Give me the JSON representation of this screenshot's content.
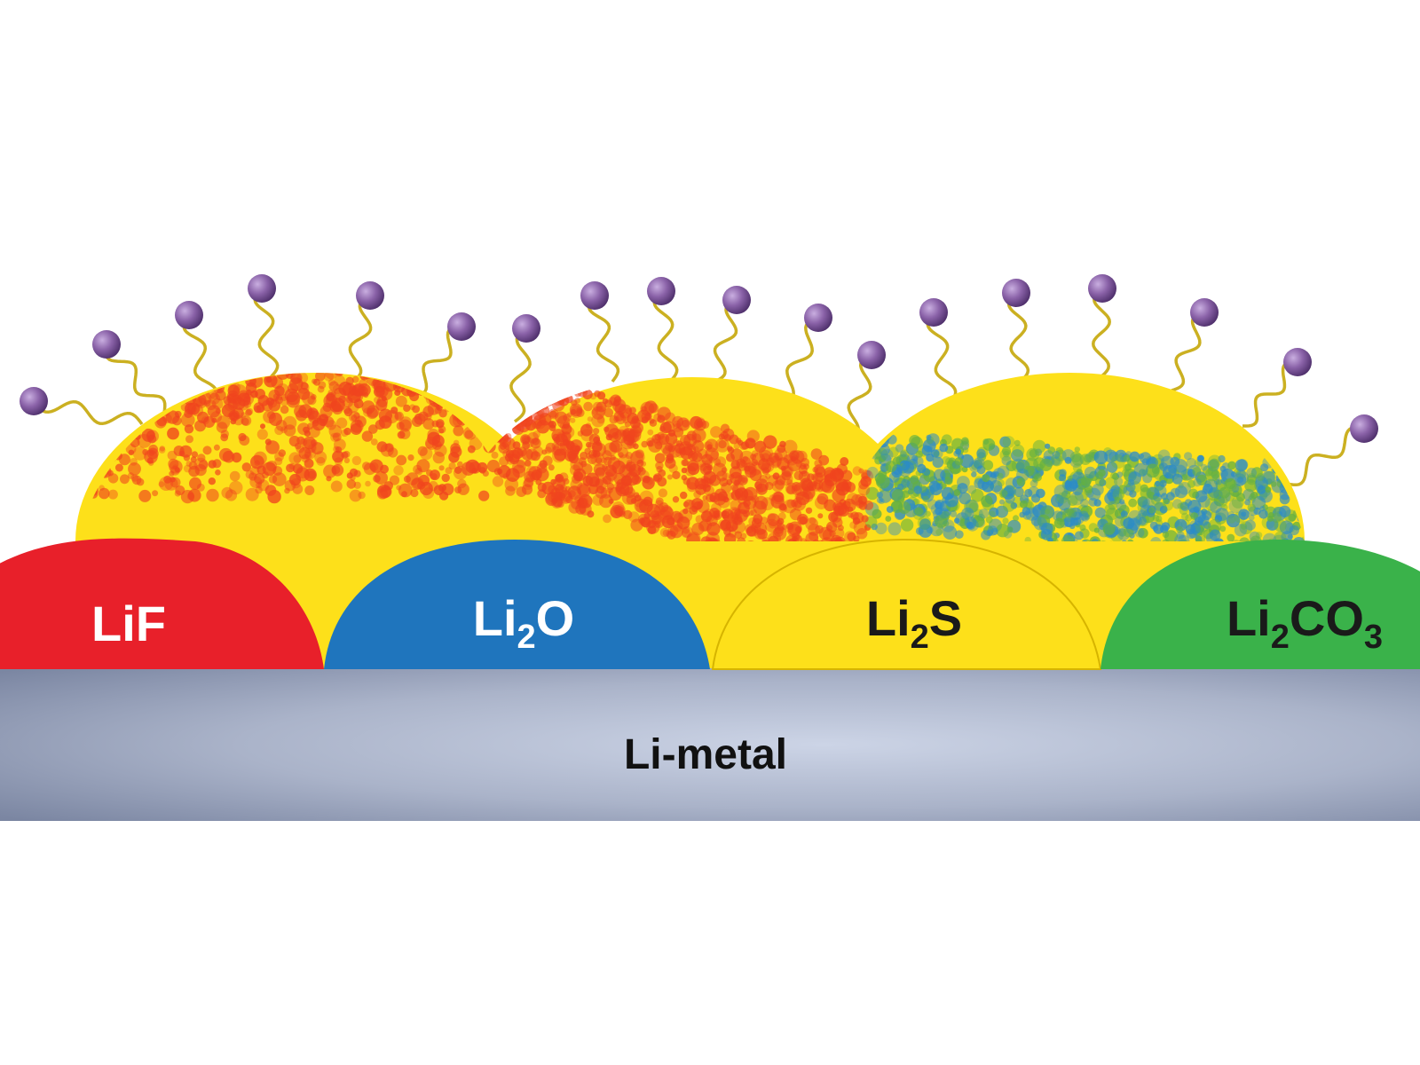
{
  "substrate": {
    "label": "Li-metal"
  },
  "components": [
    {
      "id": "lif",
      "parts": [
        {
          "t": "LiF",
          "sub": false
        }
      ],
      "fill": "#e8202a",
      "text_color": "#ffffff"
    },
    {
      "id": "li2o",
      "parts": [
        {
          "t": "Li",
          "sub": false
        },
        {
          "t": "2",
          "sub": true
        },
        {
          "t": "O",
          "sub": false
        }
      ],
      "fill": "#1f75bd",
      "text_color": "#ffffff"
    },
    {
      "id": "li2s",
      "parts": [
        {
          "t": "Li",
          "sub": false
        },
        {
          "t": "2",
          "sub": true
        },
        {
          "t": "S",
          "sub": false
        }
      ],
      "fill": "#fde01a",
      "text_color": "#1a1a1a"
    },
    {
      "id": "li2co3",
      "parts": [
        {
          "t": "Li",
          "sub": false
        },
        {
          "t": "2",
          "sub": true
        },
        {
          "t": "CO",
          "sub": false
        },
        {
          "t": "3",
          "sub": true
        }
      ],
      "fill": "#3ab24a",
      "text_color": "#1a1a1a"
    }
  ],
  "colors": {
    "background": "#ffffff",
    "upper_layer": "#fde01a",
    "dots_warm": "#f0441e",
    "dots_cool": "#2a8bc9",
    "ligand_chain": "#d9c22e",
    "ligand_head": "#8a62a8",
    "metal_light": "#c8d0e2",
    "metal_dark": "#7c87a3"
  },
  "icons": [
    "ligand-molecule-icon"
  ]
}
